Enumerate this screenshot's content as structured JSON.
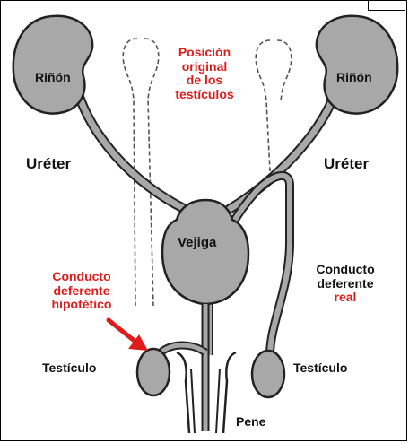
{
  "diagram": {
    "labels": {
      "kidney_left": "Riñón",
      "kidney_right": "Riñón",
      "ureter_left": "Uréter",
      "ureter_right": "Uréter",
      "original_position": [
        "Posición",
        "original",
        "de los",
        "testículos"
      ],
      "bladder": "Vejiga",
      "hypothetical_duct": [
        "Conducto",
        "deferente",
        "hipotético"
      ],
      "real_duct": [
        "Conducto",
        "deferente"
      ],
      "real_word": "real",
      "testicle_left": "Testículo",
      "testicle_right": "Testículo",
      "penis": "Pene"
    },
    "colors": {
      "organ_fill": "#a8a8a8",
      "outline": "#222222",
      "red_text": "#e01b1b",
      "black_text": "#111111",
      "dashed_outline": "#555555"
    }
  }
}
